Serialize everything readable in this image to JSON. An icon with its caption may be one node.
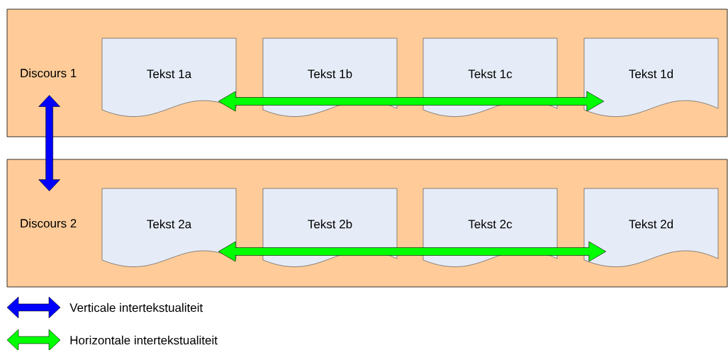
{
  "diagram": {
    "nodes": [
      {
        "text": [
          "Discours 1"
        ]
      },
      {
        "text": [
          "Tekst 1a"
        ],
        "in": 0
      },
      {
        "text": [
          "Tekst 1b"
        ],
        "in": 0
      },
      {
        "text": [
          "Tekst 1c"
        ],
        "in": 0
      },
      {
        "text": [
          "Tekst 1d"
        ],
        "in": 0
      },
      {
        "text": [
          "Discours 2"
        ]
      },
      {
        "text": [
          "Tekst 2a"
        ],
        "in": 5
      },
      {
        "text": [
          "Tekst 2b"
        ],
        "in": 5
      },
      {
        "text": [
          "Tekst 2c"
        ],
        "in": 5
      },
      {
        "text": [
          "Tekst 2d"
        ],
        "in": 5
      }
    ],
    "edges": [
      {
        "from": 0,
        "to": 5,
        "arrow": "both",
        "color": "#0000ff"
      },
      {
        "from": 1,
        "to": 4,
        "arrow": "both",
        "color": "#00ff00"
      },
      {
        "from": 6,
        "to": 9,
        "arrow": "both",
        "color": "#00ff00"
      }
    ],
    "legend": [
      {
        "text": "Verticale intertekstualiteit",
        "color": "#0000ff"
      },
      {
        "text": "Horizontale intertekstualiteit",
        "color": "#00ff00"
      }
    ]
  }
}
